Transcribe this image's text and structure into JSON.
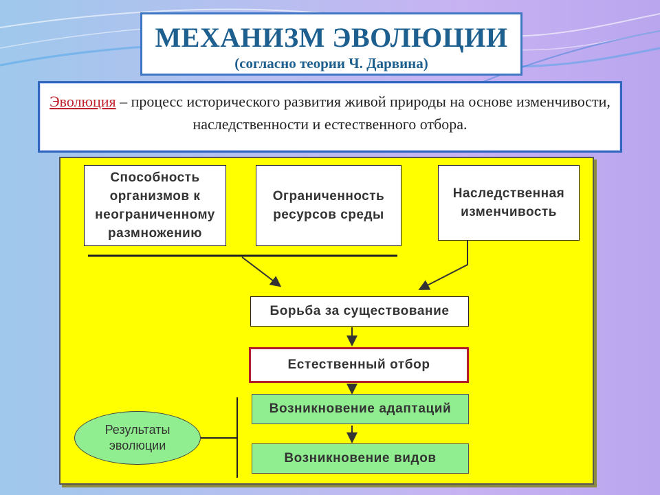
{
  "title": {
    "main": "МЕХАНИЗМ ЭВОЛЮЦИИ",
    "subtitle": "(согласно теории Ч. Дарвина)"
  },
  "definition": {
    "term": "Эволюция",
    "text": " – процесс исторического развития живой природы на основе изменчивости, наследственности и естественного отбора."
  },
  "factors": {
    "reproduction": "Способность организмов к неограниченному размножению",
    "resources": "Ограниченность ресурсов среды",
    "heredity": "Наследственная изменчивость"
  },
  "process": {
    "struggle": "Борьба за существование",
    "selection": "Естественный отбор",
    "adaptations": "Возникновение адаптаций",
    "species": "Возникновение видов"
  },
  "results_label": "Результаты эволюции",
  "colors": {
    "panel": "#ffff00",
    "green": "#90ee90",
    "selection_border": "#b01f2a",
    "title": "#1d5f8e"
  }
}
